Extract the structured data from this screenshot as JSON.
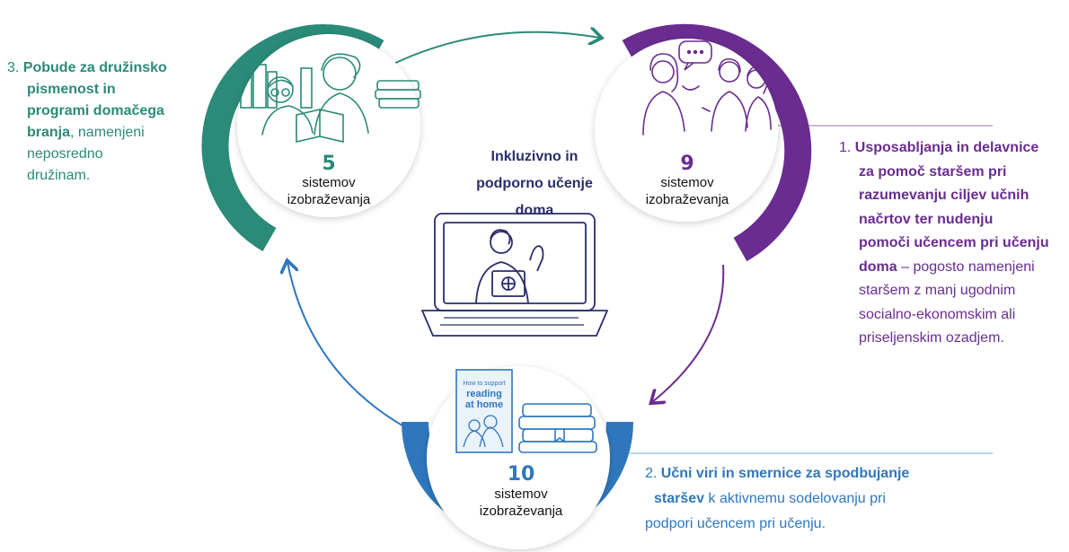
{
  "center_title": [
    "Inkluzivno in",
    "podporno učenje",
    "doma"
  ],
  "circles": {
    "teal": {
      "number": "5",
      "label1": "sistemov",
      "label2": "izobraževanja",
      "color": "#2b8a78"
    },
    "purple": {
      "number": "9",
      "label1": "sistemov",
      "label2": "izobraževanja",
      "color": "#6a2c91"
    },
    "blue": {
      "number": "10",
      "label1": "sistemov",
      "label2": "izobraževanja",
      "color": "#2f77bd"
    }
  },
  "item3": {
    "prefix": "3.",
    "bold_lines": [
      "Pobude za družinsko",
      "pismenost in",
      "programi domačega",
      "branja"
    ],
    "rest_after_bold": ", namenjeni",
    "plain_lines": [
      "neposredno",
      "družinam."
    ]
  },
  "item1": {
    "prefix": "1.",
    "bold_lines": [
      "Usposabljanja in delavnice",
      "za pomoč staršem pri",
      "razumevanju ciljev učnih",
      "načrtov ter nudenju",
      "pomoči učencem pri učenju",
      "doma"
    ],
    "rest_after_bold": " – pogosto namenjeni",
    "plain_lines": [
      "staršem z manj ugodnim",
      "socialno-ekonomskim ali",
      "priseljenskim ozadjem."
    ]
  },
  "item2": {
    "prefix": "2.",
    "bold_lines": [
      "Učni viri in smernice za spodbujanje",
      "staršev"
    ],
    "rest_after_bold": " k aktivnemu sodelovanju pri",
    "plain_lines": [
      "podpori učencem pri učenju."
    ]
  },
  "book_cover": [
    "How to support",
    "reading",
    "at home"
  ],
  "colors": {
    "teal": "#2b8a78",
    "purple": "#6a2c91",
    "blue": "#2f77bd",
    "navy": "#2a2d6c",
    "line_purple": "#b9a3cf",
    "line_blue": "#a9c6e6"
  }
}
